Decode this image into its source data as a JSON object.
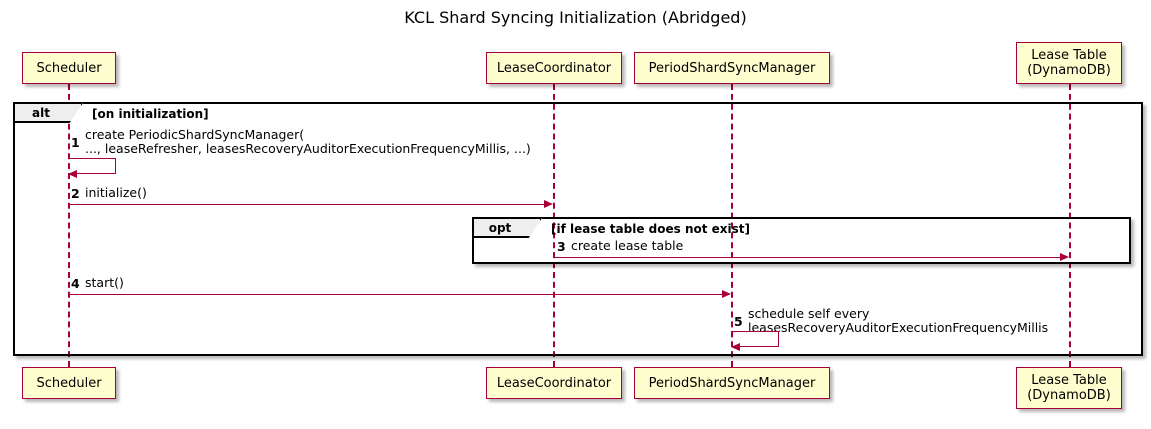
{
  "diagram": {
    "title": "KCL Shard Syncing Initialization (Abridged)",
    "type": "sequence-diagram",
    "colors": {
      "box_fill": "#FEFECE",
      "box_border": "#A80036",
      "arrow": "#A80036",
      "frame_border": "#000000",
      "frame_tab_fill": "#EEEEEE",
      "background": "#FFFFFF"
    }
  },
  "participants": [
    {
      "id": "scheduler",
      "label": "Scheduler"
    },
    {
      "id": "lease_coord",
      "label": "LeaseCoordinator"
    },
    {
      "id": "psm",
      "label": "PeriodShardSyncManager"
    },
    {
      "id": "lease_table",
      "label": "Lease Table\n(DynamoDB)"
    }
  ],
  "fragments": [
    {
      "id": "alt_frame",
      "operator": "alt",
      "guard": "[on initialization]"
    },
    {
      "id": "opt_frame",
      "operator": "opt",
      "guard": "[if lease table does not exist]"
    }
  ],
  "messages": [
    {
      "num": "1",
      "text": "create PeriodicShardSyncManager(\n    ..., leaseRefresher, leasesRecoveryAuditorExecutionFrequencyMillis, ...)",
      "from": "scheduler",
      "to": "scheduler",
      "self": true
    },
    {
      "num": "2",
      "text": "initialize()",
      "from": "scheduler",
      "to": "lease_coord",
      "self": false
    },
    {
      "num": "3",
      "text": "create lease table",
      "from": "lease_coord",
      "to": "lease_table",
      "self": false
    },
    {
      "num": "4",
      "text": "start()",
      "from": "scheduler",
      "to": "psm",
      "self": false
    },
    {
      "num": "5",
      "text": "schedule self every\n    leasesRecoveryAuditorExecutionFrequencyMillis",
      "from": "psm",
      "to": "psm",
      "self": true
    }
  ]
}
